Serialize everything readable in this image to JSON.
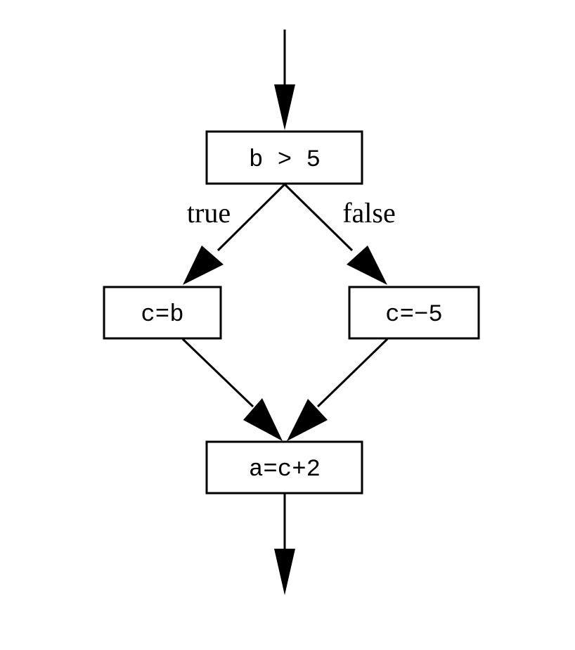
{
  "nodes": {
    "condition": "b > 5",
    "true_branch": "c=b",
    "false_branch": "c=−5",
    "merge": "a=c+2"
  },
  "edge_labels": {
    "true": "true",
    "false": "false"
  },
  "colors": {
    "stroke": "#000000",
    "background": "#ffffff"
  }
}
